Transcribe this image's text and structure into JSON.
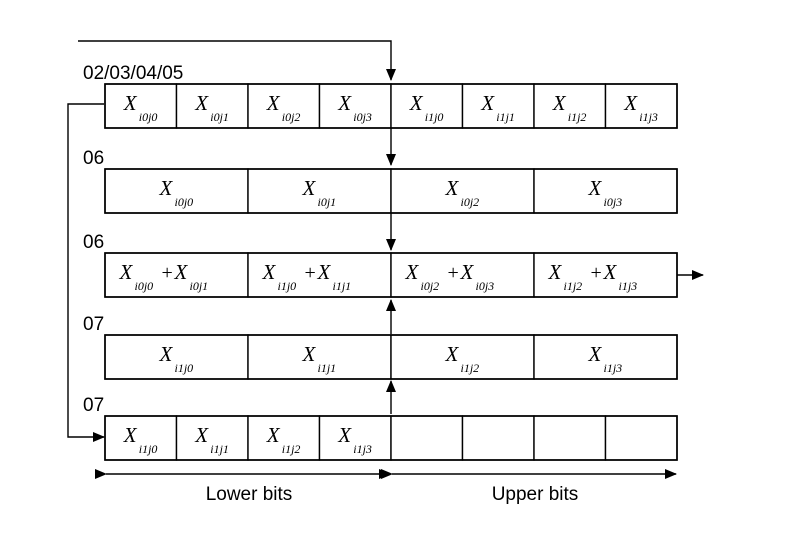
{
  "rows": [
    {
      "label": "02/03/04/05",
      "cells": [
        {
          "terms": [
            "i0j0"
          ]
        },
        {
          "terms": [
            "i0j1"
          ]
        },
        {
          "terms": [
            "i0j2"
          ]
        },
        {
          "terms": [
            "i0j3"
          ]
        },
        {
          "terms": [
            "i1j0"
          ]
        },
        {
          "terms": [
            "i1j1"
          ]
        },
        {
          "terms": [
            "i1j2"
          ]
        },
        {
          "terms": [
            "i1j3"
          ]
        }
      ]
    },
    {
      "label": "06",
      "cells": [
        {
          "terms": [
            "i0j0"
          ]
        },
        {
          "terms": [
            "i0j1"
          ]
        },
        {
          "terms": [
            "i0j2"
          ]
        },
        {
          "terms": [
            "i0j3"
          ]
        }
      ]
    },
    {
      "label": "06",
      "cells": [
        {
          "terms": [
            "i0j0",
            "i0j1"
          ]
        },
        {
          "terms": [
            "i1j0",
            "i1j1"
          ]
        },
        {
          "terms": [
            "i0j2",
            "i0j3"
          ]
        },
        {
          "terms": [
            "i1j2",
            "i1j3"
          ]
        }
      ]
    },
    {
      "label": "07",
      "cells": [
        {
          "terms": [
            "i1j0"
          ]
        },
        {
          "terms": [
            "i1j1"
          ]
        },
        {
          "terms": [
            "i1j2"
          ]
        },
        {
          "terms": [
            "i1j3"
          ]
        }
      ]
    },
    {
      "label": "07",
      "cells": [
        {
          "terms": [
            "i1j0"
          ]
        },
        {
          "terms": [
            "i1j1"
          ]
        },
        {
          "terms": [
            "i1j2"
          ]
        },
        {
          "terms": [
            "i1j3"
          ]
        },
        {
          "terms": []
        },
        {
          "terms": []
        },
        {
          "terms": []
        },
        {
          "terms": []
        }
      ]
    }
  ],
  "variable": "X",
  "operator": "+",
  "axis": {
    "lower_label": "Lower bits",
    "upper_label": "Upper bits"
  }
}
